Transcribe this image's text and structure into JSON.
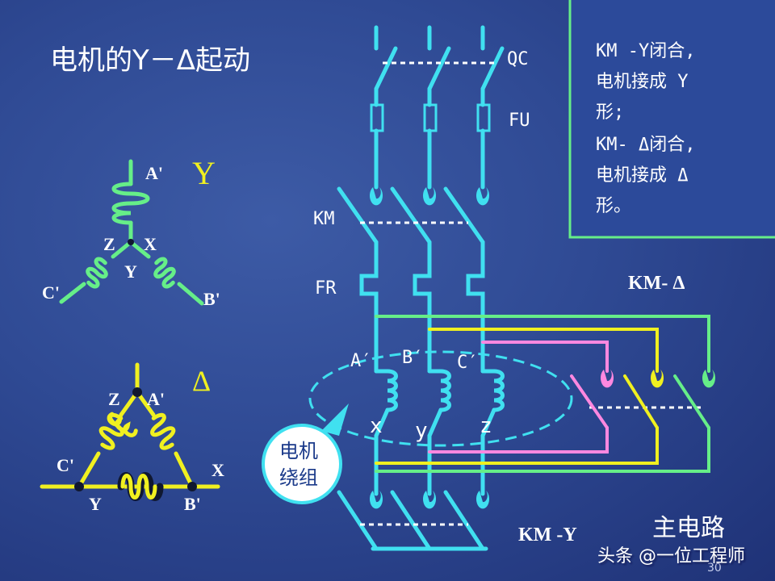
{
  "title": "电机的Y－Δ起动",
  "y_diagram": {
    "symbol": "Y",
    "labels": {
      "a_prime": "A'",
      "b_prime": "B'",
      "c_prime": "C'",
      "z": "Z",
      "x": "X",
      "y": "Y"
    }
  },
  "delta_diagram": {
    "symbol": "Δ",
    "labels": {
      "z": "Z",
      "a_prime": "A'",
      "c_prime": "C'",
      "x": "X",
      "y": "Y",
      "b_prime": "B'"
    }
  },
  "main_circuit": {
    "labels": {
      "qc": "QC",
      "fu": "FU",
      "km": "KM",
      "fr": "FR",
      "a_prime": "A′",
      "b_prime": "B′",
      "c_prime": "C′",
      "x": "x",
      "y": "y",
      "z": "z",
      "km_delta": "KM- Δ",
      "km_y": "KM -Y",
      "winding_callout": [
        "电机",
        "绕组"
      ],
      "caption": "主电路"
    }
  },
  "notes": [
    "KM -Y闭合,",
    "电机接成 Y",
    "形;",
    "KM- Δ闭合,",
    "电机接成 Δ",
    "形。"
  ],
  "watermark": "头条 @一位工程师",
  "page_number": "30",
  "colors": {
    "cyan": "#40e0f0",
    "green": "#66ee88",
    "yellow": "#f0f020",
    "pink": "#ff88e0",
    "text": "#ffffff",
    "title": "#ffffff"
  }
}
